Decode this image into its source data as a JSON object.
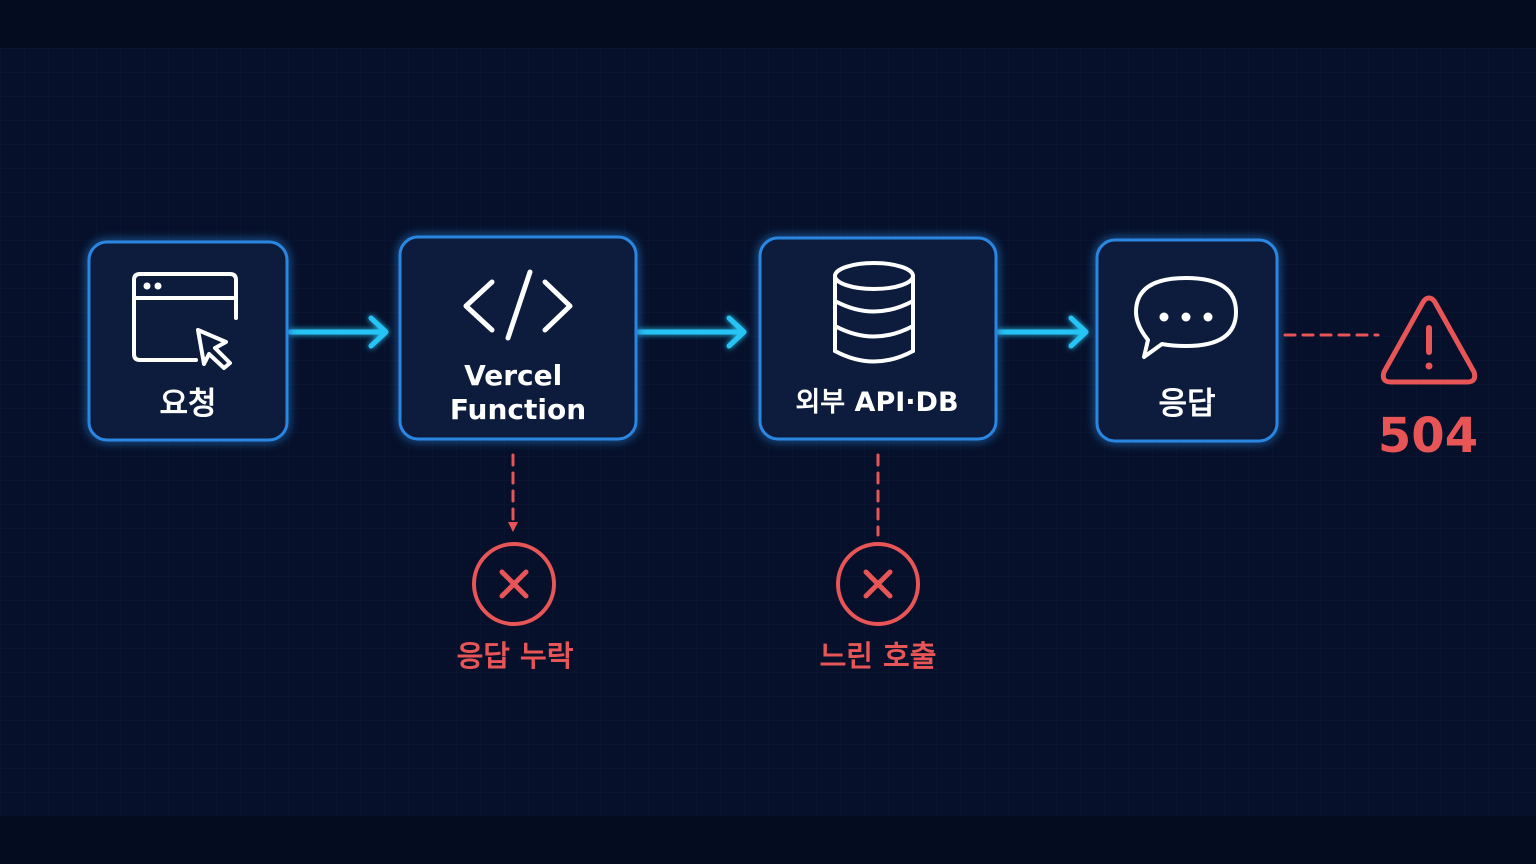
{
  "nodes": [
    {
      "id": "request",
      "label": "요청",
      "icon": "browser-cursor-icon"
    },
    {
      "id": "function",
      "label_lines": [
        "Vercel",
        "Function"
      ],
      "icon": "code-icon"
    },
    {
      "id": "external",
      "label": "외부 API·DB",
      "icon": "database-icon"
    },
    {
      "id": "response",
      "label": "응답",
      "icon": "chat-bubble-icon"
    }
  ],
  "errors": [
    {
      "label": "응답 누락",
      "icon": "error-x-icon"
    },
    {
      "label": "느린 호출",
      "icon": "error-x-icon"
    }
  ],
  "timeout": {
    "code": "504",
    "icon": "warning-triangle-icon"
  },
  "colors": {
    "background": "#06102a",
    "grid": "#0d1a3a",
    "node_fill": "#0a1a3c",
    "node_border": "#2b86e0",
    "flow_arrow": "#28c4f4",
    "error": "#e85556",
    "text": "#ffffff"
  }
}
